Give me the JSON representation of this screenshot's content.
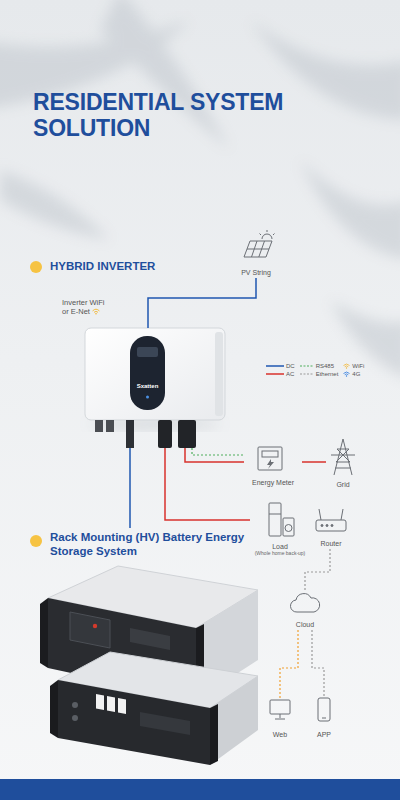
{
  "diagram": {
    "title": "RESIDENTIAL SYSTEM SOLUTION",
    "nodes": [
      {
        "text": [
          "PV String"
        ]
      },
      {
        "text": [
          "Inverter WiFi or E-Net",
          "Sxatten"
        ]
      },
      {
        "text": [
          "Energy Meter"
        ]
      },
      {
        "text": [
          "Grid"
        ]
      },
      {
        "text": [
          "Load",
          "(Whole home back-up)"
        ]
      },
      {
        "text": [
          "Router"
        ]
      },
      {
        "text": [
          "Rack Mounting (HV) Battery Energy Storage System"
        ]
      },
      {
        "text": [
          "Cloud"
        ]
      },
      {
        "text": [
          "Web"
        ]
      },
      {
        "text": [
          "APP"
        ]
      }
    ],
    "edges": [
      {
        "from": 0,
        "to": 1,
        "arrow": "none"
      },
      {
        "from": 1,
        "to": 2,
        "arrow": "none"
      },
      {
        "from": 1,
        "to": 2,
        "arrow": "none"
      },
      {
        "from": 2,
        "to": 3,
        "arrow": "none"
      },
      {
        "from": 1,
        "to": 4,
        "arrow": "none"
      },
      {
        "from": 1,
        "to": 6,
        "arrow": "none"
      },
      {
        "from": 5,
        "to": 7,
        "arrow": "none"
      },
      {
        "from": 7,
        "to": 8,
        "arrow": "none"
      },
      {
        "from": 7,
        "to": 9,
        "arrow": "none"
      }
    ],
    "labels": [
      "HYBRID INVERTER"
    ],
    "legend": [
      {
        "text": "DC"
      },
      {
        "text": "RS485"
      },
      {
        "text": "WiFi"
      },
      {
        "text": "AC"
      },
      {
        "text": "Ethernet"
      },
      {
        "text": "4G"
      }
    ]
  }
}
